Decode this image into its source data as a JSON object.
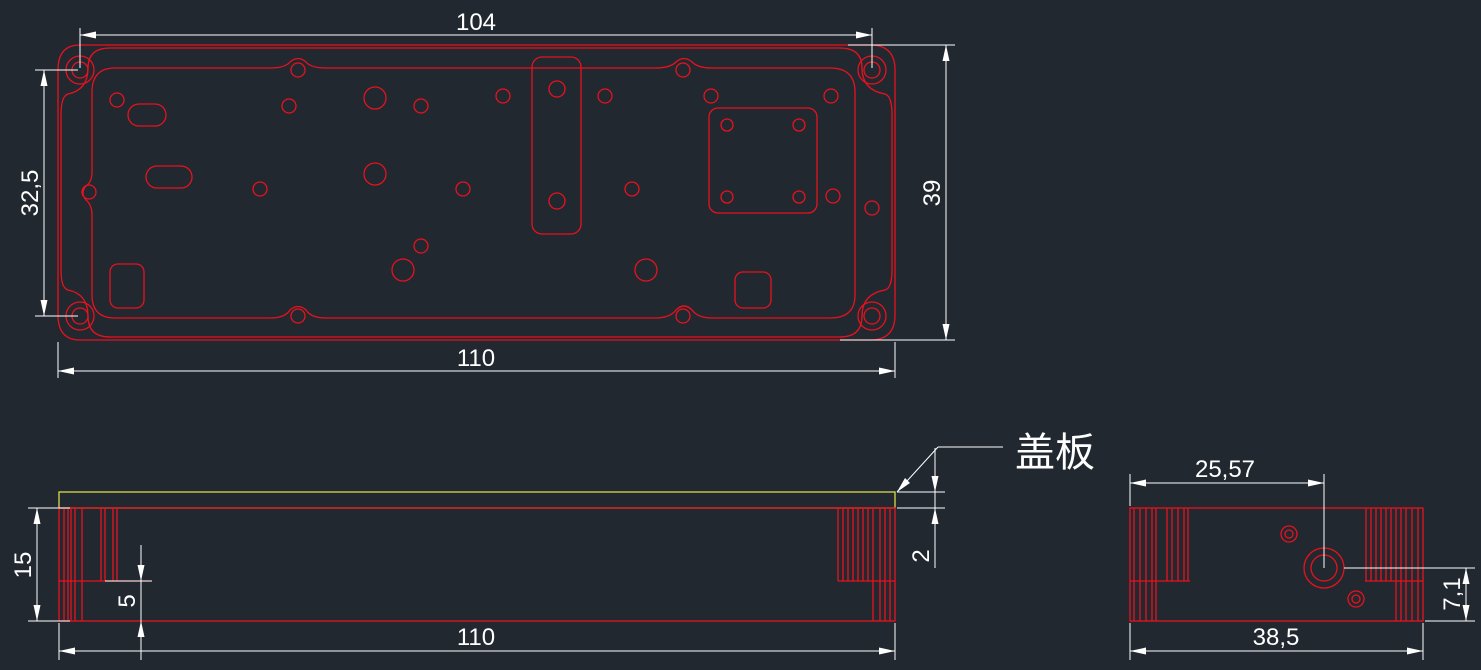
{
  "drawing": {
    "top_view": {
      "dims": {
        "top_width": "104",
        "bottom_width": "110",
        "left_height": "32,5",
        "right_height": "39"
      }
    },
    "front_view": {
      "dims": {
        "height": "15",
        "step": "5",
        "width": "110",
        "cover_thickness": "2"
      },
      "callout": "盖板"
    },
    "side_view": {
      "dims": {
        "offset": "25,57",
        "width": "38,5",
        "hole_height": "7,1"
      }
    }
  },
  "colors": {
    "background": "#212830",
    "geometry": "#e8121e",
    "dimensions": "#ffffff",
    "cover": "#e8e84a"
  }
}
